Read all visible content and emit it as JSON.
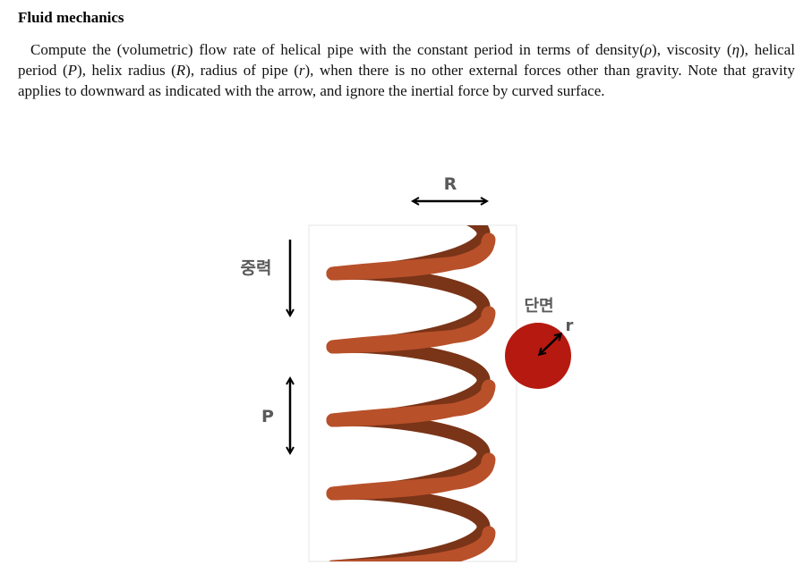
{
  "document": {
    "title": "Fluid mechanics",
    "paragraph": {
      "p1": "Compute the (volumetric) flow rate of helical pipe with the constant period in terms of density(",
      "rho": "ρ",
      "p2": "), viscosity (",
      "eta": "η",
      "p3": "), helical period (",
      "P": "P",
      "p4": "), helix radius (",
      "R": "R",
      "p5": "), radius of pipe (",
      "r": "r",
      "p6": "), when there is no other external forces other than gravity. Note that gravity applies to downward as indicated with the arrow, and ignore the inertial force by curved surface."
    }
  },
  "figure": {
    "label_helix_radius": "R",
    "label_gravity": "중력",
    "label_period": "P",
    "label_cross_section": "단면",
    "label_pipe_radius": "r",
    "colors": {
      "pipe_front": "#b8502a",
      "pipe_back": "#7a3418",
      "cross_section": "#b5190f",
      "arrow": "#000000",
      "label": "#5a5a5a",
      "frame": "#e4e4e4"
    }
  }
}
